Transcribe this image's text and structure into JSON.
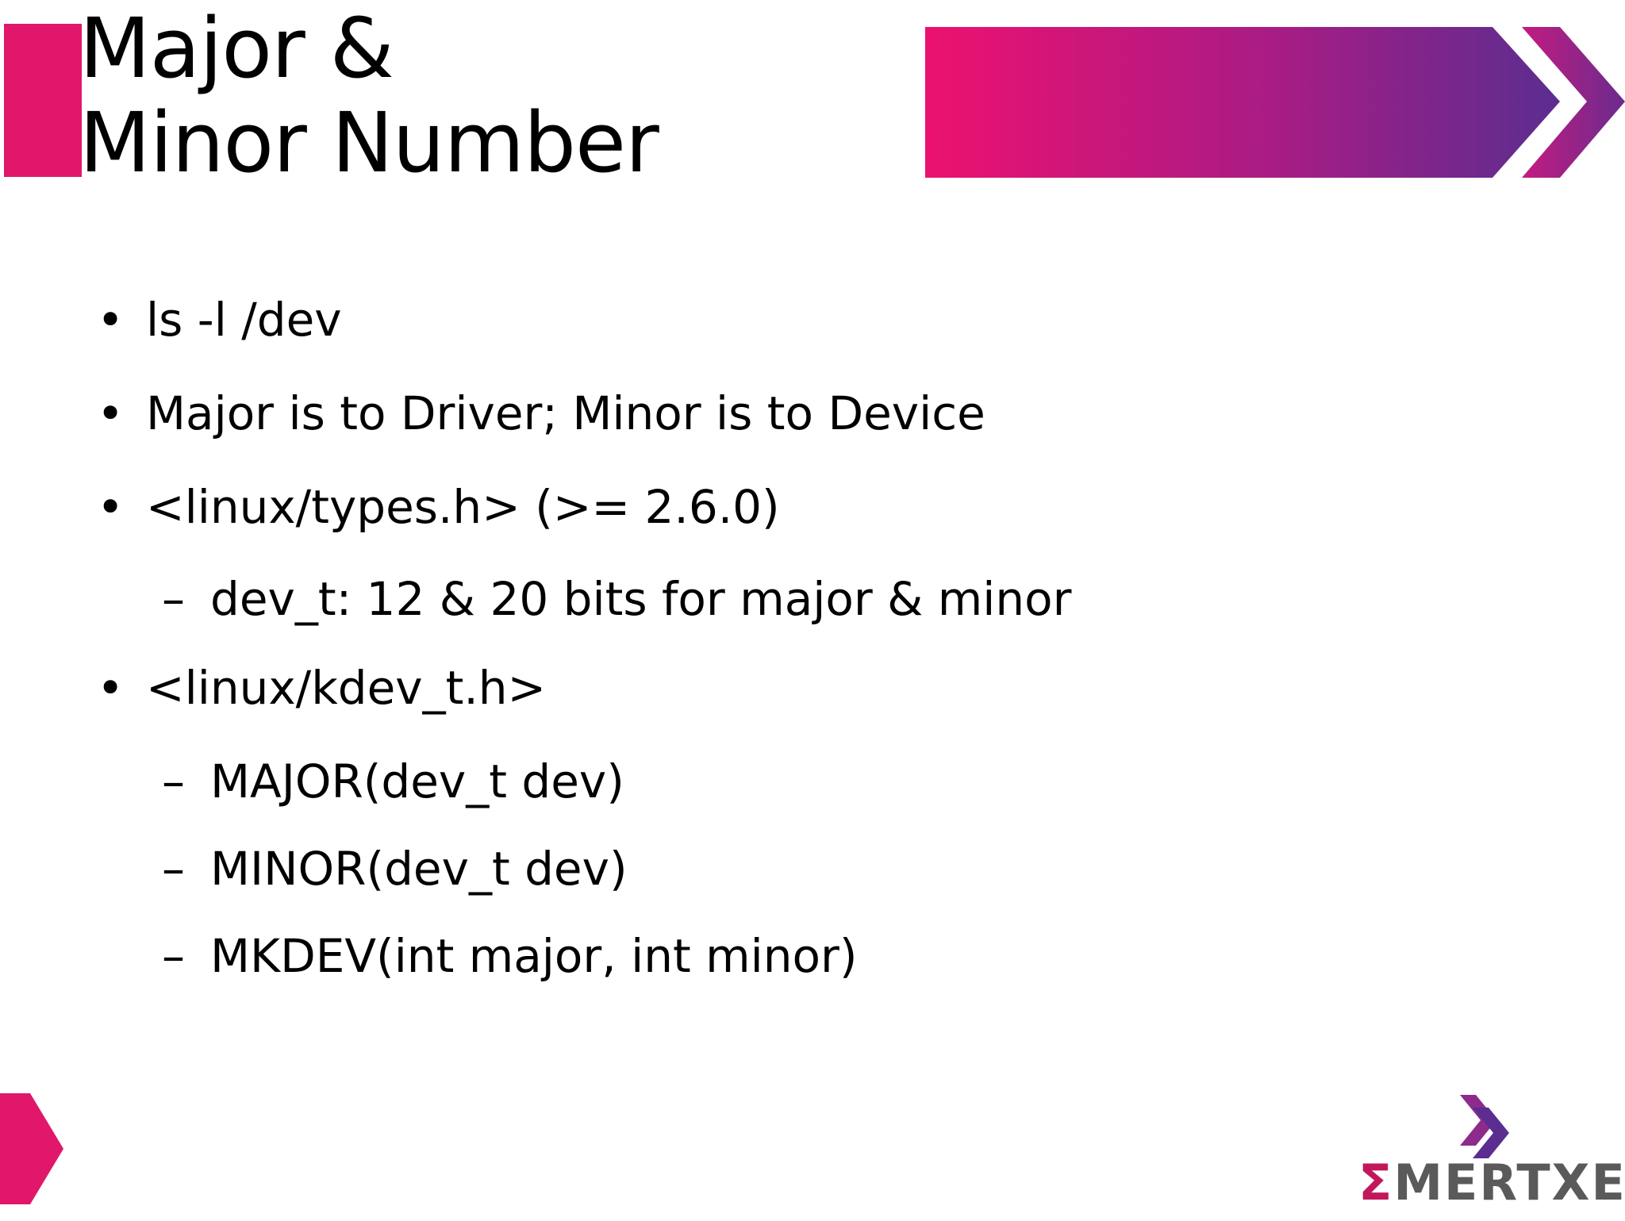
{
  "slide": {
    "title_lines": [
      "Major &",
      "Minor Number"
    ],
    "bullets": [
      {
        "level": 1,
        "marker": "•",
        "text": "ls -l /dev"
      },
      {
        "level": 1,
        "marker": "•",
        "text": "Major is to Driver; Minor is to Device"
      },
      {
        "level": 1,
        "marker": "•",
        "text": "<linux/types.h> (>= 2.6.0)"
      },
      {
        "level": 2,
        "marker": "–",
        "text": "dev_t: 12 & 20 bits for major & minor"
      },
      {
        "level": 1,
        "marker": "•",
        "text": "<linux/kdev_t.h>"
      },
      {
        "level": 2,
        "marker": "–",
        "text": "MAJOR(dev_t dev)"
      },
      {
        "level": 2,
        "marker": "–",
        "text": "MINOR(dev_t dev)"
      },
      {
        "level": 2,
        "marker": "–",
        "text": "MKDEV(int major, int minor)"
      }
    ]
  },
  "logo": {
    "sigma": "Σ",
    "text": "MERTXE"
  },
  "colors": {
    "accent_pink": "#e0176a",
    "accent_purple": "#5b2d90",
    "text": "#000000",
    "logo_gray": "#5a5a5a"
  },
  "icons": {
    "banner": "chevron-right-icon",
    "footer": "chevron-right-icon",
    "logo_mark": "double-chevron-icon"
  }
}
